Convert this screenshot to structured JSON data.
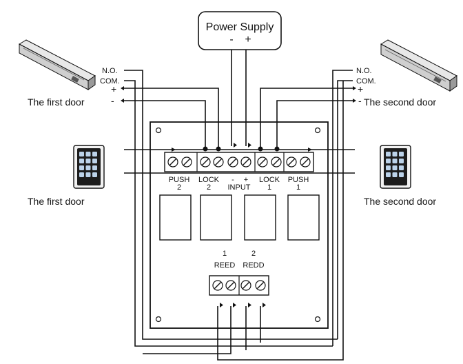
{
  "power_supply": {
    "title": "Power Supply",
    "minus": "-",
    "plus": "+"
  },
  "left_door": {
    "lock_label": "The first door",
    "keypad_label": "The first door",
    "terminals": {
      "no": "N.O.",
      "com": "COM.",
      "plus": "+",
      "minus": "-"
    }
  },
  "right_door": {
    "lock_label": "The second  door",
    "keypad_label": "The second  door",
    "terminals": {
      "no": "N.O.",
      "com": "COM.",
      "plus": "+",
      "minus": "-"
    }
  },
  "board": {
    "terminal_labels": {
      "push2": "PUSH",
      "push2_num": "2",
      "lock2": "LOCK",
      "lock2_num": "2",
      "input_minus": "-",
      "input_plus": "+",
      "input": "INPUT",
      "lock1": "LOCK",
      "lock1_num": "1",
      "push1": "PUSH",
      "push1_num": "1"
    },
    "reed_labels": {
      "reed1_num": "1",
      "reed1": "REED",
      "reed2_num": "2",
      "reed2": "REDD"
    }
  },
  "colors": {
    "ink": "#111111",
    "relay_fill": "#ffffff",
    "board_fill": "#ffffff"
  }
}
